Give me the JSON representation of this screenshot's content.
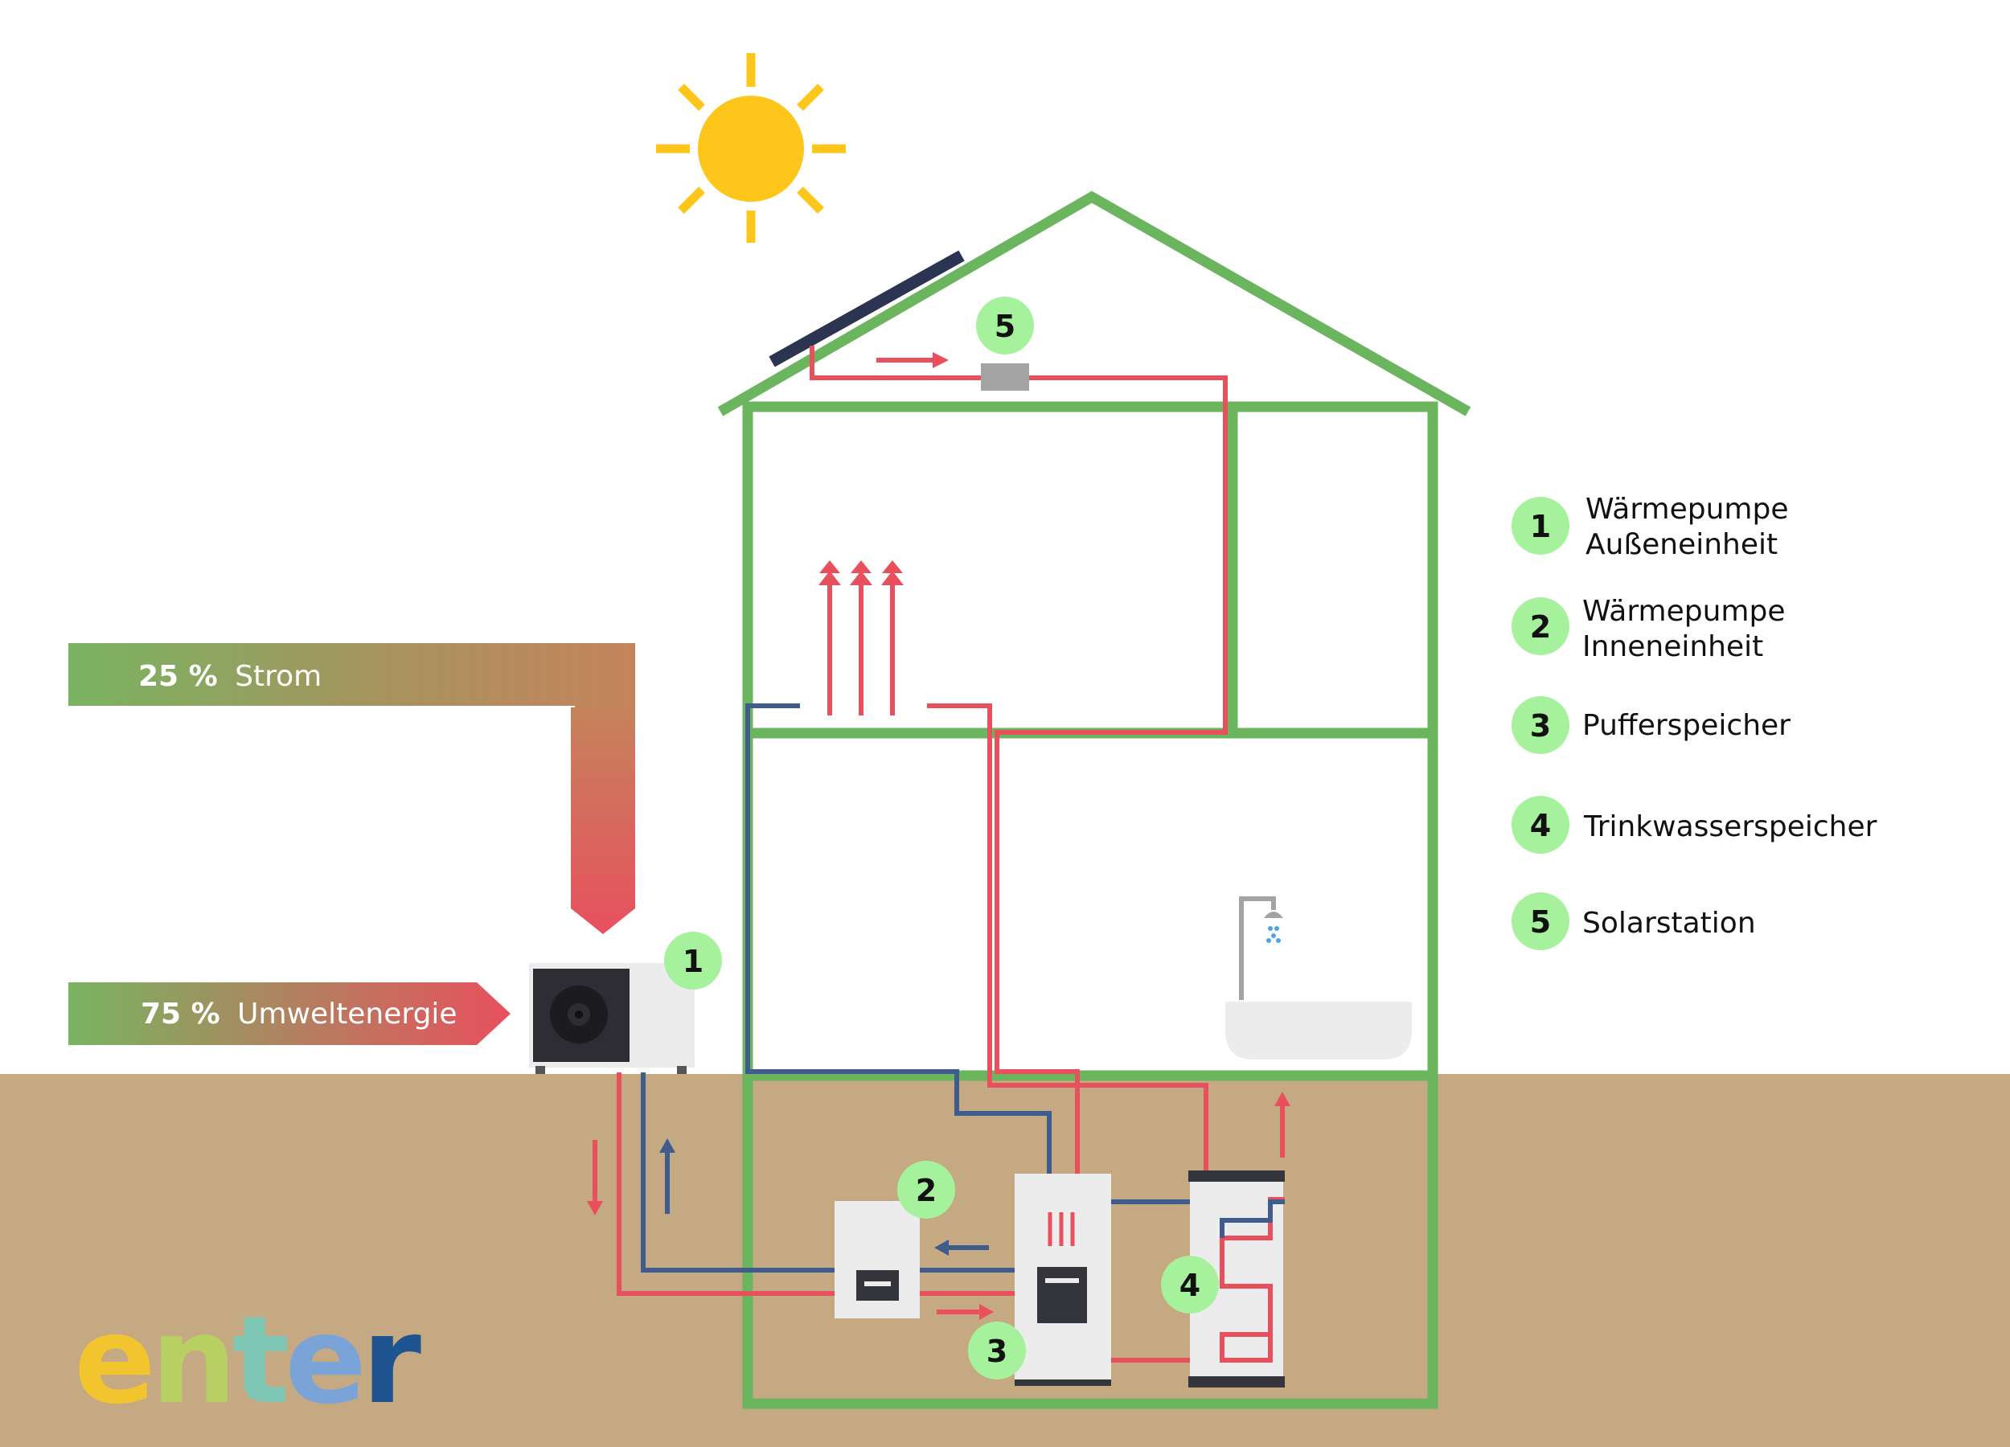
{
  "colors": {
    "ground": "#c4a983",
    "house": "#6ab55e",
    "hot": "#e8505e",
    "cold": "#3f5c8c",
    "sun": "#fec51a",
    "badge": "#a6f19c",
    "panel": "#2b3451"
  },
  "energy": {
    "strom": {
      "pct": "25 %",
      "label": "Strom"
    },
    "umwelt": {
      "pct": "75 %",
      "label": "Umweltenergie"
    }
  },
  "badges": [
    "1",
    "2",
    "3",
    "4",
    "5"
  ],
  "legend": [
    {
      "num": "1",
      "line1": "Wärmepumpe",
      "line2": "Außeneinheit"
    },
    {
      "num": "2",
      "line1": "Wärmepumpe",
      "line2": "Inneneinheit"
    },
    {
      "num": "3",
      "line1": "Pufferspeicher",
      "line2": ""
    },
    {
      "num": "4",
      "line1": "Trinkwasserspeicher",
      "line2": ""
    },
    {
      "num": "5",
      "line1": "Solarstation",
      "line2": ""
    }
  ],
  "logo": {
    "text": "enter",
    "letters": [
      {
        "ch": "e",
        "color": "#f2c52e"
      },
      {
        "ch": "n",
        "color": "#b7cf63"
      },
      {
        "ch": "t",
        "color": "#7fc7b5"
      },
      {
        "ch": "e",
        "color": "#7aa4d8"
      },
      {
        "ch": "r",
        "color": "#1e5591"
      }
    ]
  }
}
